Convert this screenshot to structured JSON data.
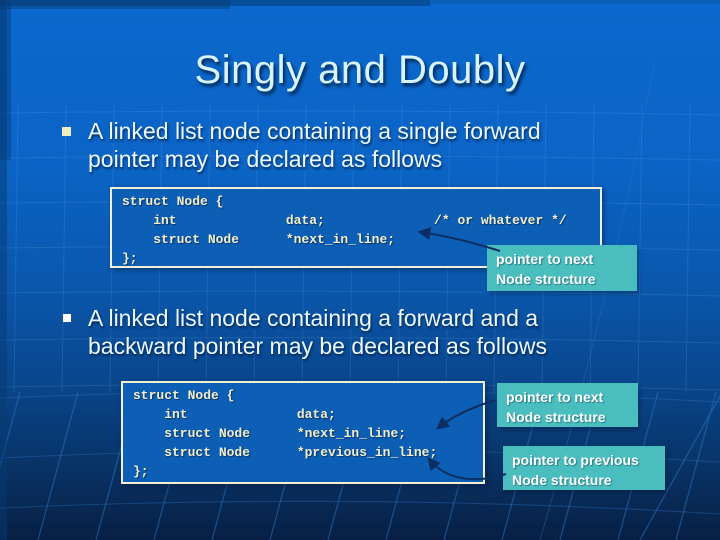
{
  "slide": {
    "title": "Singly and Doubly",
    "bullets": [
      {
        "lines": [
          "A linked list node containing a single forward",
          "pointer may be declared as follows"
        ]
      },
      {
        "lines": [
          "A linked list node containing a forward and a",
          "backward pointer may be declared as follows"
        ]
      }
    ],
    "code_blocks": [
      {
        "lines": [
          "struct Node {",
          "    int              data;              /* or whatever */",
          "    struct Node      *next_in_line;",
          "};"
        ]
      },
      {
        "lines": [
          "struct Node {",
          "    int              data;",
          "    struct Node      *next_in_line;",
          "    struct Node      *previous_in_line;",
          "};"
        ]
      }
    ],
    "callouts": [
      {
        "lines": [
          "pointer to next",
          "Node structure"
        ]
      },
      {
        "lines": [
          "pointer to next",
          "Node structure"
        ]
      },
      {
        "lines": [
          "pointer to previous",
          "Node structure"
        ]
      }
    ],
    "colors": {
      "background_top": "#0b68cc",
      "background_bottom": "#071f44",
      "code_box_fill": "#0d5fb6",
      "code_box_border": "#f2efd8",
      "code_text": "#f2edcc",
      "callout_fill": "#4abdbf",
      "callout_text": "#ffffff",
      "title_text": "#d9f3fb",
      "body_text": "#eef8ff",
      "arrow": "#0c2f63",
      "bullet_square_1": "#f0ecc2",
      "bullet_square_2": "#ffffff"
    }
  }
}
